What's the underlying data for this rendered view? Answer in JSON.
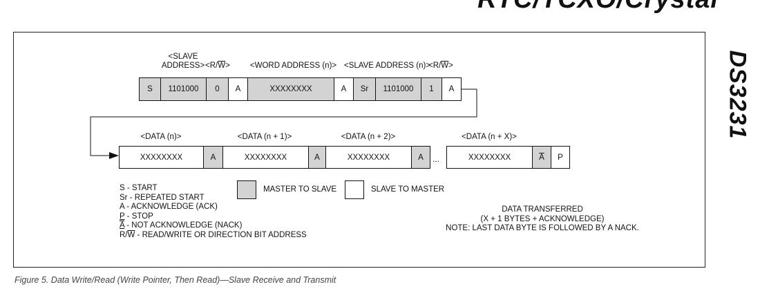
{
  "header": {
    "title": "RTC/TCXO/Crystal",
    "side_label": "DS3231"
  },
  "top_row": {
    "labels": {
      "slave_address_line1": "<SLAVE",
      "slave_address_line2": "ADDRESS>",
      "rw_prefix": "<R/",
      "rw_w": "W",
      "rw_suffix": ">",
      "word_address": "<WORD ADDRESS (n)>",
      "slave_address_n": "<SLAVE ADDRESS (n)>",
      "rw2_prefix": "<R/",
      "rw2_w": "W",
      "rw2_suffix": ">"
    },
    "cells": [
      "S",
      "1101000",
      "0",
      "A",
      "XXXXXXXX",
      "A",
      "Sr",
      "1101000",
      "1",
      "A"
    ]
  },
  "bottom_row": {
    "labels": [
      "<DATA (n)>",
      "<DATA (n + 1)>",
      "<DATA (n + 2)>",
      "<DATA (n + X)>"
    ],
    "cells": [
      "XXXXXXXX",
      "A",
      "XXXXXXXX",
      "A",
      "XXXXXXXX",
      "A",
      "XXXXXXXX",
      "A",
      "P"
    ],
    "ellipsis": "..."
  },
  "legend": {
    "start": "S - START",
    "repeated_start": "Sr - REPEATED START",
    "ack": "A - ACKNOWLEDGE (ACK)",
    "stop_p": "P",
    "stop_rest": " - STOP",
    "nack_a": "A",
    "nack_rest": " - NOT ACKNOWLEDGE (NACK)",
    "rw_r": "R/",
    "rw_w": "W",
    "rw_rest": " - READ/WRITE OR DIRECTION BIT ADDRESS",
    "master_to_slave": "MASTER TO SLAVE",
    "slave_to_master": "SLAVE TO MASTER"
  },
  "note": {
    "line1": "DATA TRANSFERRED",
    "line2": "(X + 1 BYTES + ACKNOWLEDGE)",
    "line3": "NOTE: LAST DATA BYTE IS FOLLOWED BY A NACK."
  },
  "caption": "Figure 5. Data Write/Read (Write Pointer, Then Read)—Slave Receive and Transmit",
  "colors": {
    "master_cell": "#d3d3d3",
    "slave_cell": "#ffffff",
    "line": "#111111"
  }
}
